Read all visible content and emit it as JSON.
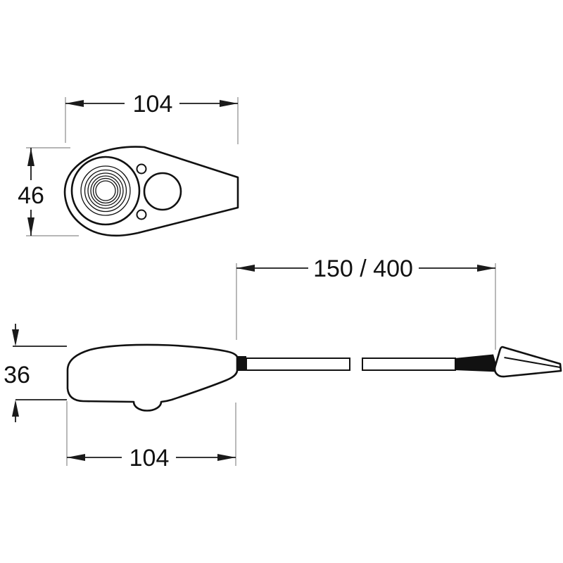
{
  "drawing": {
    "type": "technical-dimension-drawing",
    "subject": "lamp with cable and connector, top view and side view",
    "background_color": "#ffffff",
    "line_color": "#111111",
    "extension_line_color": "#8a8a8a",
    "views": {
      "top_view": {
        "name": "lamp top view",
        "dim_width_label": "104",
        "dim_height_label": "46"
      },
      "side_view": {
        "name": "lamp side view with cable and connector",
        "dim_cable_label": "150 / 400",
        "dim_height_label": "36",
        "dim_width_label": "104"
      }
    }
  }
}
